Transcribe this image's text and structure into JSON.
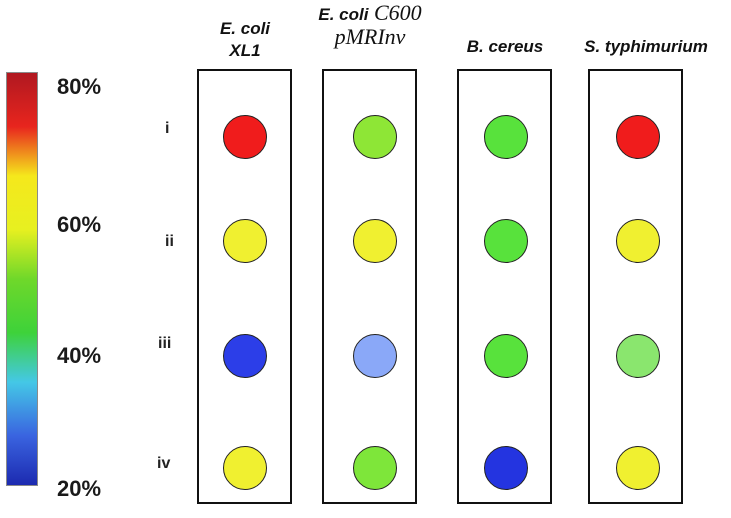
{
  "colorbar": {
    "labels": {
      "top": "80%",
      "upper": "60%",
      "lower": "40%",
      "bottom": "20%"
    },
    "gradient": [
      "#b01820",
      "#e8251e",
      "#f5e81c",
      "#e7f020",
      "#6fd82a",
      "#3ed23a",
      "#44c8e6",
      "#3a64e0",
      "#1c2ab0"
    ]
  },
  "columns": [
    {
      "title_line1": "E. coli",
      "title_line2": "XL1"
    },
    {
      "title_line1": "E. coli",
      "title_line1_serif": " C600",
      "title_line2": "pMRInv"
    },
    {
      "title_line1": "B. cereus",
      "title_line2": ""
    },
    {
      "title_line1": "S. typhimurium",
      "title_line2": ""
    }
  ],
  "rows": [
    "i",
    "ii",
    "iii",
    "iv"
  ],
  "dot_colors": [
    [
      "#f01c1c",
      "#f0f030",
      "#2c3ee8",
      "#f0f030"
    ],
    [
      "#8ee636",
      "#f0f030",
      "#8aa8f8",
      "#7ee63a"
    ],
    [
      "#58e23c",
      "#58e23c",
      "#58e23c",
      "#2434e0"
    ],
    [
      "#f01c1c",
      "#f0f030",
      "#8ae66e",
      "#f0f030"
    ]
  ]
}
